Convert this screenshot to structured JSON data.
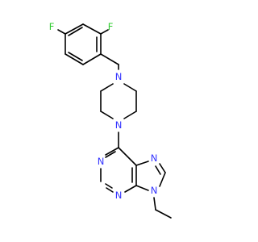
{
  "molecule": {
    "colors": {
      "bond": "#000000",
      "nitrogen": "#3333ff",
      "fluorine": "#33cc33",
      "background": "#ffffff"
    },
    "atom_labels": {
      "f_top": "F",
      "f_left": "F",
      "n_pip_top": "N",
      "n_pip_bottom": "N",
      "n_pyr_left": "N",
      "n_pyr_bottom": "N",
      "n_imid_top": "N",
      "n_imid_ethyl": "N"
    }
  }
}
